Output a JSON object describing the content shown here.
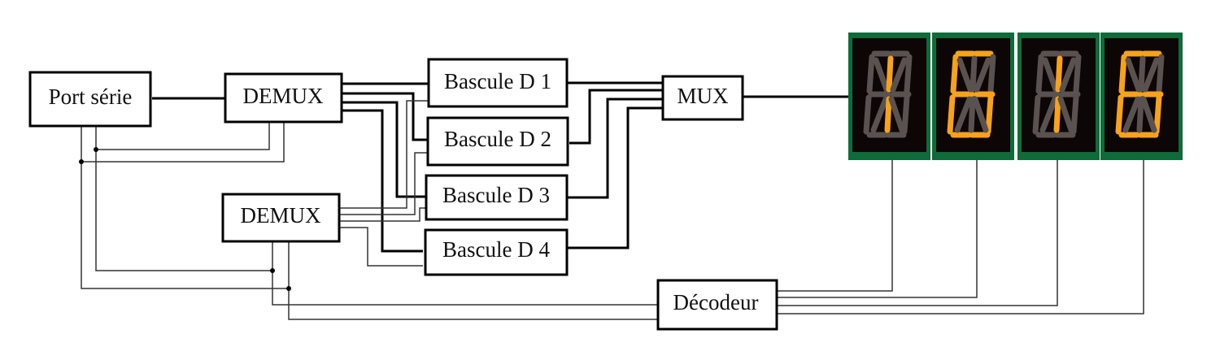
{
  "diagram": {
    "blocks": {
      "port_serie": "Port série",
      "demux_1": "DEMUX",
      "demux_2": "DEMUX",
      "bascule_1": "Bascule D 1",
      "bascule_2": "Bascule D 2",
      "bascule_3": "Bascule D 3",
      "bascule_4": "Bascule D 4",
      "mux": "MUX",
      "decodeur": "Décodeur"
    },
    "displays": [
      {
        "type": "14-segment",
        "character": "1",
        "lit_segments": [
          "i",
          "l"
        ]
      },
      {
        "type": "14-segment",
        "character": "6",
        "lit_segments": [
          "a1",
          "a2",
          "f",
          "g1",
          "g2",
          "e",
          "d1",
          "d2",
          "c"
        ]
      },
      {
        "type": "14-segment",
        "character": "1",
        "lit_segments": [
          "i",
          "l"
        ]
      },
      {
        "type": "14-segment",
        "character": "6",
        "lit_segments": [
          "a1",
          "a2",
          "f",
          "g1",
          "g2",
          "e",
          "d1",
          "d2",
          "c"
        ]
      }
    ],
    "colors": {
      "segment_on": "#f6a21c",
      "segment_off": "#5a5250",
      "pcb": "#0f6b3a"
    }
  }
}
